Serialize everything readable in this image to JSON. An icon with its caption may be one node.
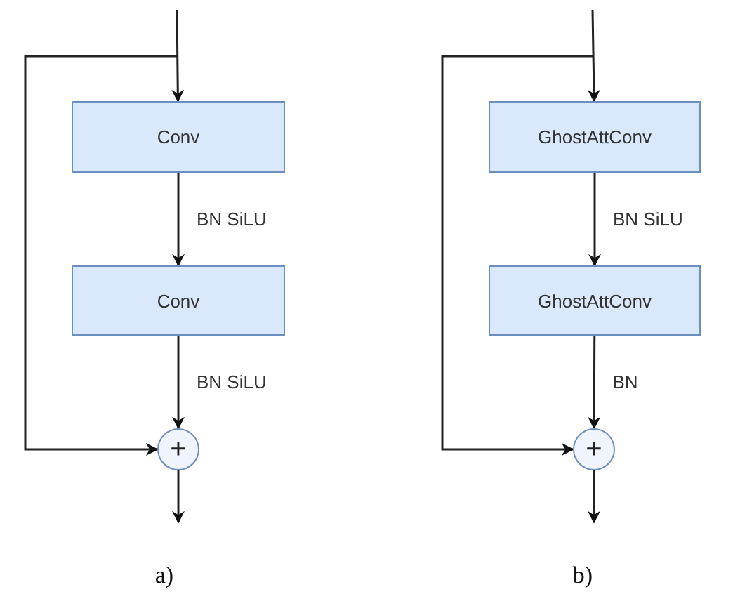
{
  "diagram": {
    "nodes": [
      {
        "text": [
          "Conv"
        ]
      },
      {
        "text": [
          "Conv"
        ]
      },
      {
        "text": [
          "+"
        ]
      },
      {
        "text": [
          "GhostAttConv"
        ]
      },
      {
        "text": [
          "GhostAttConv"
        ]
      },
      {
        "text": [
          "+"
        ]
      }
    ],
    "edges": [
      {
        "from": null,
        "to": 0,
        "arrow": "to"
      },
      {
        "from": null,
        "to": 2,
        "arrow": "to"
      },
      {
        "from": 0,
        "to": 1,
        "label": "BN SiLU",
        "arrow": "to"
      },
      {
        "from": 1,
        "to": 2,
        "label": "BN SiLU",
        "arrow": "to"
      },
      {
        "from": 2,
        "to": null,
        "arrow": "to"
      },
      {
        "from": null,
        "to": 3,
        "arrow": "to"
      },
      {
        "from": null,
        "to": 5,
        "arrow": "to"
      },
      {
        "from": 3,
        "to": 4,
        "label": "BN SiLU",
        "arrow": "to"
      },
      {
        "from": 4,
        "to": 5,
        "label": "BN",
        "arrow": "to"
      },
      {
        "from": 5,
        "to": null,
        "arrow": "to"
      }
    ],
    "labels": [
      "a)",
      "b)"
    ]
  }
}
